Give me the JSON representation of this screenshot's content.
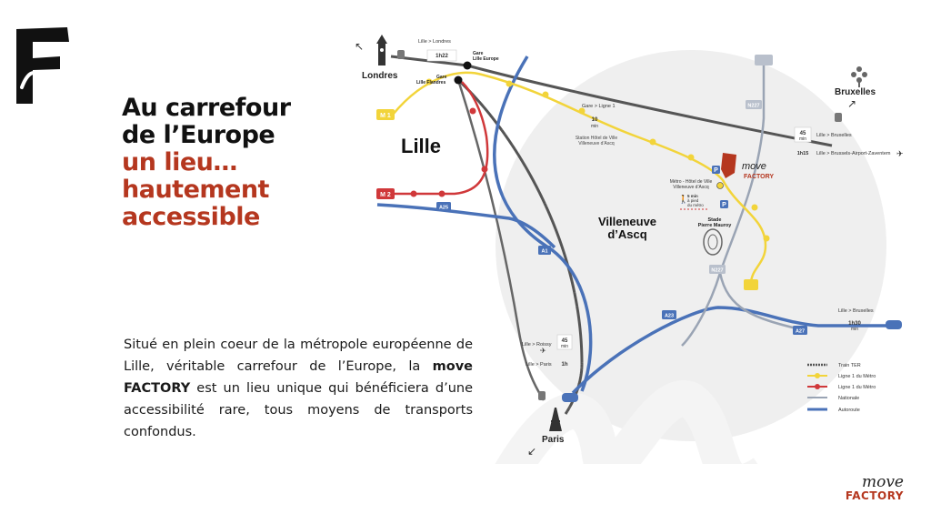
{
  "headline": {
    "line1": "Au carrefour",
    "line2": "de l’Europe",
    "line3": "un lieu…",
    "line4": "hautement",
    "line5": "accessible"
  },
  "paragraph": {
    "part1": "Situé en plein coeur de la métropole européenne de Lille, véritable carrefour de l’Europe, la ",
    "bold": "move FACTORY",
    "part2": " est un lieu unique qui bénéficiera d’une accessibilité rare, tous moyens de transports confondus."
  },
  "map": {
    "cities": {
      "londres": "Londres",
      "lille": "Lille",
      "villeneuve1": "Villeneuve",
      "villeneuve2": "d’Ascq",
      "bruxelles": "Bruxelles",
      "paris": "Paris"
    },
    "stations": {
      "gare_lille_europe1": "Gare",
      "gare_lille_europe2": "Lille Europe",
      "gare_lille_flandres1": "Gare",
      "gare_lille_flandres2": "Lille Flandres",
      "stade1": "Stade",
      "stade2": "Pierre Mauroy",
      "station_hdv1": "Station Hôtel de Ville",
      "station_hdv2": "Villeneuve d’Ascq",
      "metro_hdv1": "Métro - Hôtel de Ville",
      "metro_hdv2": "Villeneuve d’Ascq",
      "walk1": "5 min",
      "walk2": "à pied",
      "walk3": "du métro"
    },
    "info": {
      "londres_route": "Lille > Londres",
      "londres_time": "1h22",
      "gare_ligne1": "Gare > Ligne 1",
      "metro_time1": "10",
      "metro_time2": "min",
      "bx_time1": "45",
      "bx_time2": "min",
      "bx_route": "Lille > Bruxelles",
      "bx_air_time": "1h15",
      "bx_air_route": "Lille > Brussels-Airport-Zaventem",
      "bx_road_route": "Lille > Bruxelles",
      "bx_road_time1": "1h30",
      "bx_road_time2": "min",
      "roissy_route": "Lille > Roissy",
      "roissy_time1": "45",
      "roissy_time2": "min",
      "paris_route": "Lille > Paris",
      "paris_time": "1h"
    },
    "roads": {
      "a25": "A25",
      "a1": "A1",
      "a23": "A23",
      "a27": "A27",
      "n227_top": "N227",
      "n227_bottom": "N227"
    },
    "metro_badges": {
      "m1": "M 1",
      "m2": "M 2"
    },
    "parking": "P",
    "brand_move": "move",
    "brand_factory": "FACTORY",
    "legend": {
      "train": "Train TER",
      "ligne1": "Ligne 1 du Métro",
      "ligne2": "Ligne 1 du Métro",
      "nationale": "Nationale",
      "autoroute": "Autoroute"
    }
  },
  "colors": {
    "accent_red": "#b5371f",
    "metro_yellow": "#f2d43a",
    "metro_red": "#d0383a",
    "highway_blue": "#4a72b8",
    "national_gray": "#9aa4b4",
    "train_dark": "#555555"
  },
  "brand": {
    "move": "move",
    "factory": "FACTORY"
  }
}
